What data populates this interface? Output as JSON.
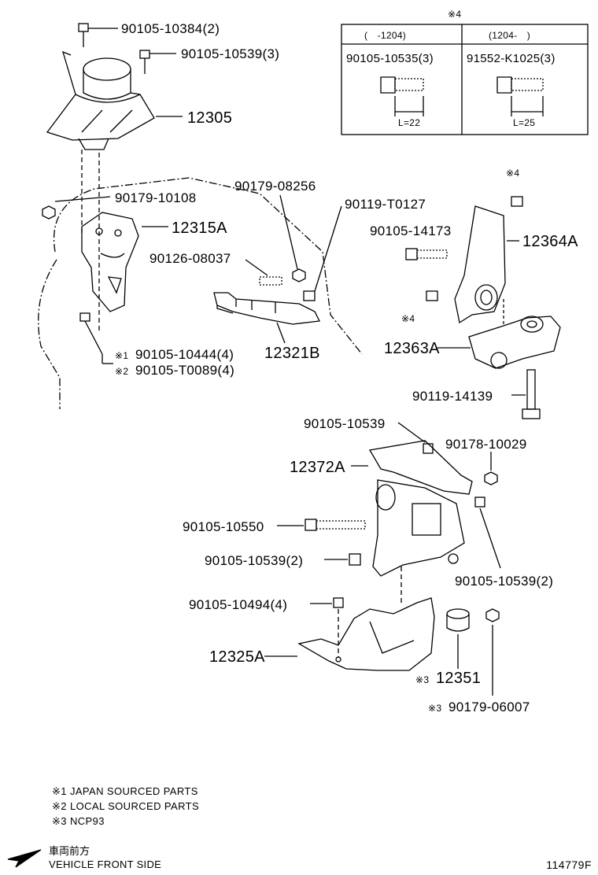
{
  "table": {
    "marker": "※4",
    "col1_header": "(　-1204)",
    "col2_header": "(1204-　)",
    "col1_part": "90105-10535(3)",
    "col2_part": "91552-K1025(3)",
    "col1_length": "L=22",
    "col2_length": "L=25"
  },
  "labels": {
    "p12305": "12305",
    "p90105_10384": "90105-10384(2)",
    "p90105_10539_3": "90105-10539(3)",
    "p90179_10108": "90179-10108",
    "p12315A": "12315A",
    "p90179_08256": "90179-08256",
    "p90119_T0127": "90119-T0127",
    "p90126_08037": "90126-08037",
    "p12321B": "12321B",
    "p90105_10444": "90105-10444(4)",
    "p90105_T0089": "90105-T0089(4)",
    "m1": "※1",
    "m2": "※2",
    "m4a": "※4",
    "m4b": "※4",
    "p90105_14173": "90105-14173",
    "p12364A": "12364A",
    "p12363A": "12363A",
    "p90119_14139": "90119-14139",
    "p90105_10539_a": "90105-10539",
    "p90178_10029": "90178-10029",
    "p12372A": "12372A",
    "p90105_10550": "90105-10550",
    "p90105_10539_b": "90105-10539(2)",
    "p90105_10539_c": "90105-10539(2)",
    "p90105_10494": "90105-10494(4)",
    "p12325A": "12325A",
    "m3a": "※3",
    "p12351": "12351",
    "m3b": "※3",
    "p90179_06007": "90179-06007"
  },
  "notes": [
    {
      "mark": "※1",
      "text": "JAPAN SOURCED PARTS"
    },
    {
      "mark": "※2",
      "text": "LOCAL SOURCED PARTS"
    },
    {
      "mark": "※3",
      "text": "NCP93"
    }
  ],
  "front": {
    "jp": "車両前方",
    "en": "VEHICLE FRONT SIDE"
  },
  "figure_code": "114779F"
}
